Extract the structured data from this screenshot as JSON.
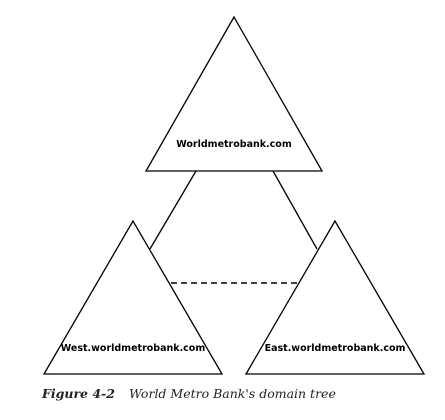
{
  "domains": {
    "root": "Worldmetrobank.com",
    "west": "West.worldmetrobank.com",
    "east": "East.worldmetrobank.com"
  },
  "caption": {
    "number": "Figure 4-2",
    "text": "World Metro Bank's domain tree"
  }
}
